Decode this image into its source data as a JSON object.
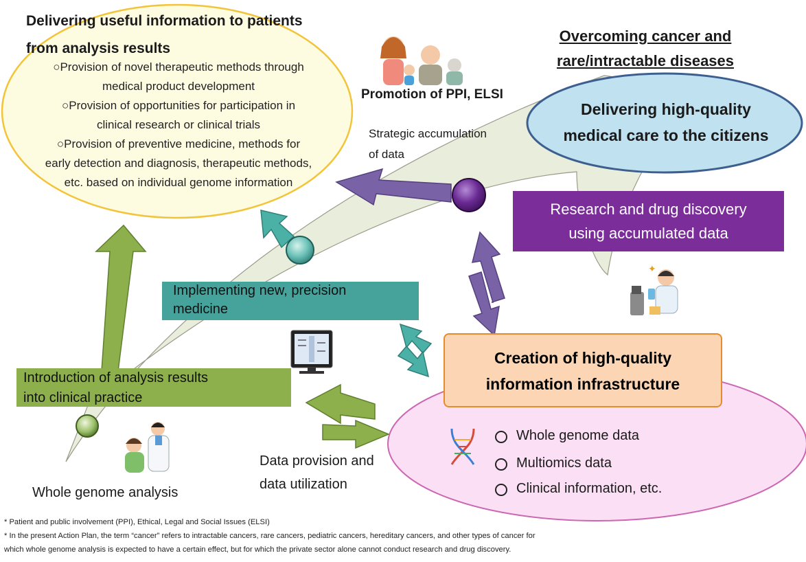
{
  "yellow_section": {
    "heading_line1": "Delivering useful information to patients",
    "heading_line2": "from analysis results",
    "items": [
      "○Provision of novel therapeutic methods through",
      "medical product development",
      "○Provision of opportunities for participation in",
      "clinical research or clinical trials",
      "○Provision of preventive medicine, methods for",
      "early detection and diagnosis, therapeutic methods,",
      "etc. based on individual genome information"
    ]
  },
  "goal": {
    "line1": "Overcoming cancer and",
    "line2": "rare/intractable diseases"
  },
  "promotion_label": "Promotion of PPI, ELSI",
  "strategic_label": {
    "line1": "Strategic accumulation",
    "line2": "of data"
  },
  "blue_ellipse": {
    "line1": "Delivering high-quality",
    "line2": "medical care to the citizens"
  },
  "purple_box": {
    "line1": "Research and drug discovery",
    "line2": "using accumulated data"
  },
  "teal_box": {
    "line1": "Implementing new, precision",
    "line2": "medicine"
  },
  "orange_box": {
    "line1": "Creation of high-quality",
    "line2": "information infrastructure"
  },
  "data_list": [
    "Whole genome data",
    "Multiomics data",
    "Clinical information, etc."
  ],
  "green_box": {
    "line1": "Introduction of analysis results",
    "line2": "into clinical practice"
  },
  "data_provision": {
    "line1": "Data provision and",
    "line2": "data utilization"
  },
  "whole_genome_label": "Whole genome analysis",
  "footnotes": [
    "* Patient and public involvement (PPI), Ethical, Legal and Social Issues (ELSI)",
    "* In the present Action Plan, the term “cancer” refers to intractable cancers, rare cancers, pediatric cancers, hereditary cancers, and other types of cancer for",
    "which whole genome analysis is expected to have a certain effect, but for which the private sector alone cannot conduct research and drug discovery."
  ],
  "colors": {
    "yellow_fill": "#fdfbe0",
    "yellow_border": "#f2c43a",
    "blue_fill": "#bfe1f0",
    "blue_border": "#3d5f8f",
    "purple": "#7b2d9a",
    "purple_arrow": "#7a62a6",
    "teal": "#45a39b",
    "teal_arrow": "#4bb0a6",
    "orange_fill": "#fcd5b5",
    "orange_border": "#e68a2e",
    "pink_fill": "#fbe0f5",
    "pink_border": "#cc66b2",
    "green": "#8db04c",
    "swoosh": "#e9eedc"
  },
  "icons": [
    "family-illustration",
    "researcher-illustration",
    "monitor-illustration",
    "doctor-patient-illustration",
    "dna-icon"
  ]
}
